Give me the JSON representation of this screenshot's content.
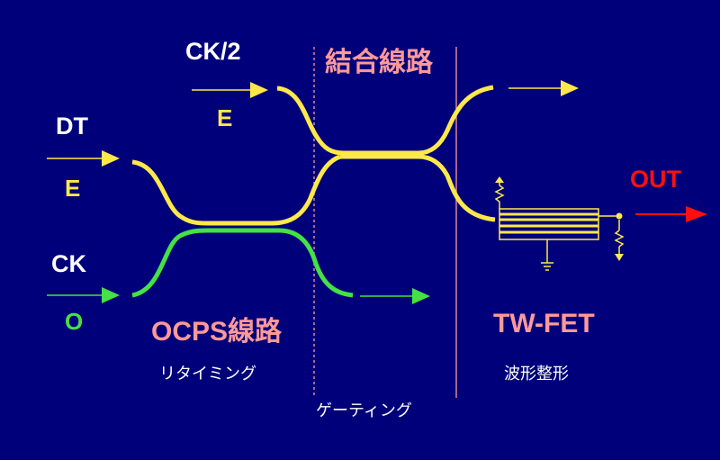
{
  "colors": {
    "background": "#00007a",
    "yellow": "#ffe84a",
    "green": "#44e244",
    "pink": "#ff9999",
    "red": "#ff1010",
    "white": "#ffffff"
  },
  "inputs": {
    "ck_half": {
      "name": "CK/2",
      "mode": "E"
    },
    "dt": {
      "name": "DT",
      "mode": "E"
    },
    "ck": {
      "name": "CK",
      "mode": "O"
    }
  },
  "output": {
    "label": "OUT"
  },
  "sections": {
    "ocps": {
      "title": "OCPS線路",
      "function": "リタイミング"
    },
    "coupled": {
      "title": "結合線路"
    },
    "gating": {
      "label": "ゲーティング"
    },
    "twfet": {
      "title": "TW-FET",
      "function": "波形整形"
    }
  },
  "icons": [
    "arrow-icon",
    "resistor-icon",
    "ground-icon"
  ]
}
